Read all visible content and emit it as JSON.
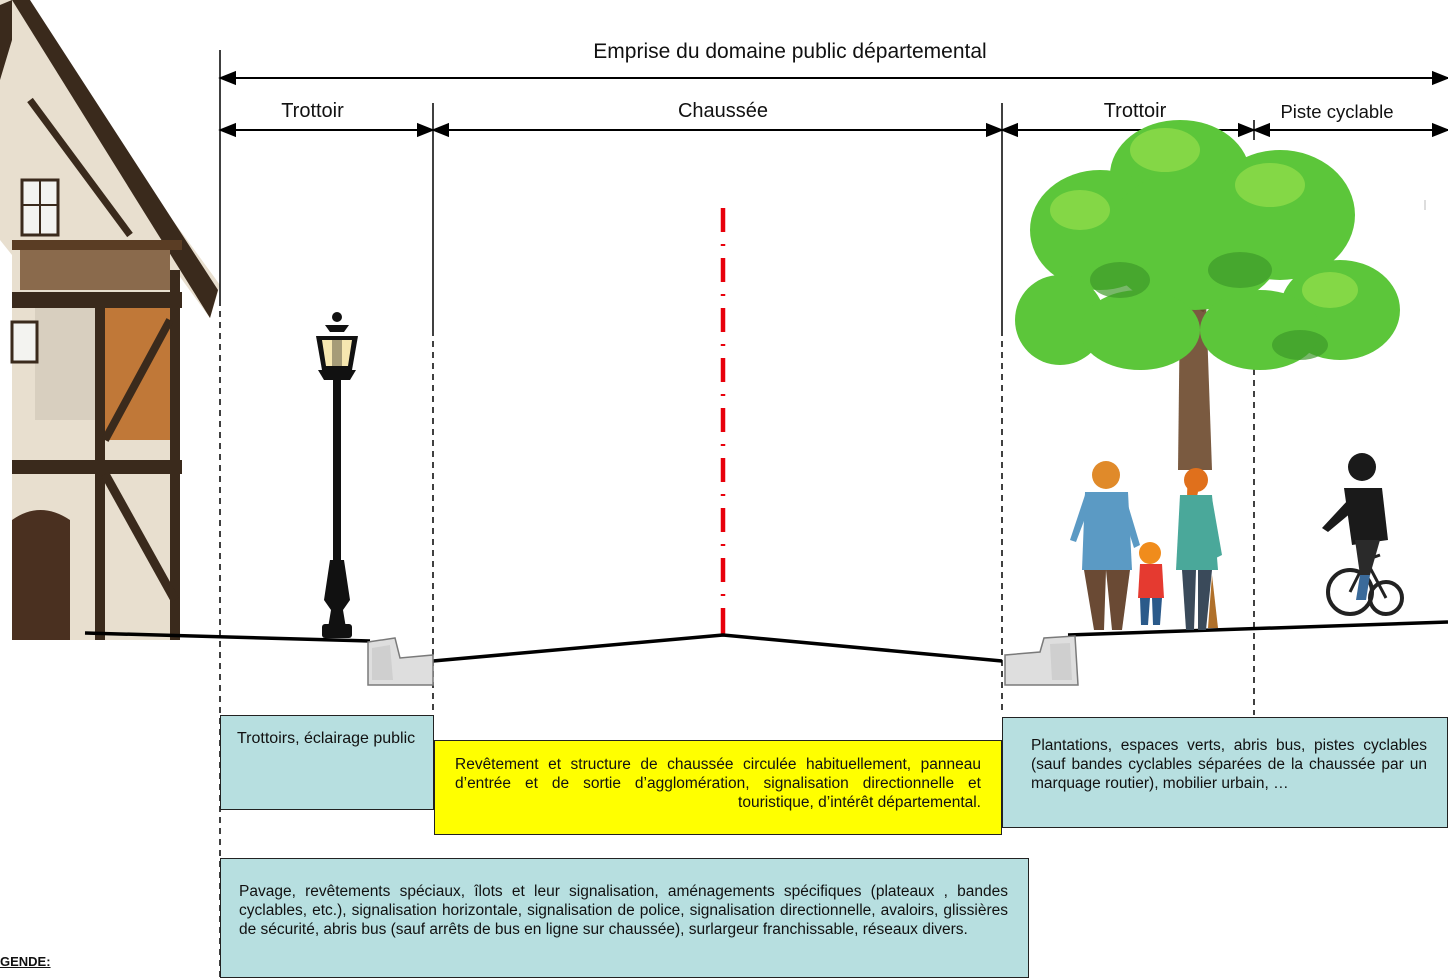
{
  "dimensions": {
    "emprise": "Emprise du domaine public départemental",
    "trottoir_left": "Trottoir",
    "chaussee": "Chaussée",
    "trottoir_right": "Trottoir",
    "piste": "Piste cyclable"
  },
  "boxes": {
    "trottoirs_eclairage": "Trottoirs, éclairage public",
    "chaussee_structure": "Revêtement et structure de chaussée circulée habituellement, panneau d’entrée et de sortie d’agglomération, signalisation directionnelle et touristique, d’intérêt départemental.",
    "plantations": "Plantations, espaces verts, abris bus, pistes cyclables (sauf bandes cyclables séparées de la chaussée par un marquage routier), mobilier urbain, …",
    "pavage": "Pavage, revêtements spéciaux, îlots et leur signalisation, aménagements spécifiques (plateaux , bandes cyclables, etc.), signalisation horizontale, signalisation de police, signalisation directionnelle, avaloirs, glissières de sécurité, abris bus (sauf arrêts de bus en ligne sur chaussée), surlargeur franchissable, réseaux divers."
  },
  "legend_fragment": "GENDE:",
  "colors": {
    "teal_box": "#b7dfe0",
    "yellow_box": "#ffff00",
    "center_line": "#e8000b",
    "tree_foliage": "#5cc63a",
    "house_timber": "#3a2a1c"
  },
  "icons": [
    "half-timbered-house",
    "street-lamp",
    "curb-stone",
    "tree",
    "family",
    "cyclist"
  ]
}
